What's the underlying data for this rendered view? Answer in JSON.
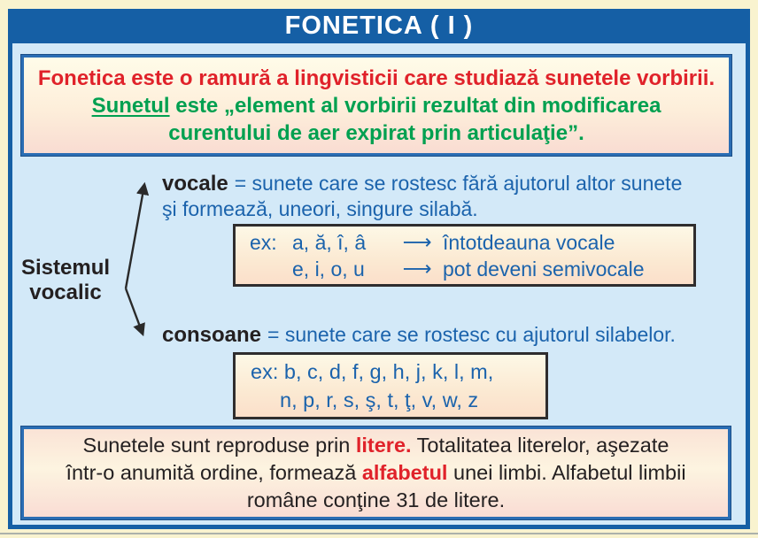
{
  "title": "FONETICA ( I )",
  "definition_box": {
    "sentence_red": "Fonetica este o ramură a lingvisticii care studiază sunetele vorbirii.",
    "sunetul_term": "Sunetul",
    "green_line1_rest": " este „element al vorbirii rezultat din modificarea",
    "green_line2": "curentului de aer expirat prin articulaţie”."
  },
  "diagram": {
    "label_line1": "Sistemul",
    "label_line2": "vocalic",
    "vocale_term": "vocale",
    "vocale_def_line1": "= sunete care se rostesc fără ajutorul altor sunete",
    "vocale_def_line2": "şi formează, uneori, singure silabă.",
    "consoane_term": "consoane",
    "consoane_def": "= sunete care se rostesc cu ajutorul silabelor.",
    "arrow_glyph": "⟶",
    "vowel_examples": {
      "ex_label": "ex:",
      "row1_letters": "a, ă, î, â",
      "row1_note": "întotdeauna vocale",
      "row2_letters": "e, i, o, u",
      "row2_note": "pot deveni semivocale"
    },
    "consonant_examples": {
      "line1": "ex: b, c, d, f, g, h, j, k, l, m,",
      "line2": "n, p, r, s, ş, t, ţ, v, w, z"
    }
  },
  "bottom_box": {
    "l1a": "Sunetele sunt reproduse prin ",
    "l1red": "litere.",
    "l1b": " Totalitatea literelor, aşezate",
    "l2a": "într-o anumită ordine, formează ",
    "l2red": "alfabetul",
    "l2b": " unei limbi. Alfabetul limbii",
    "l3": "române conţine 31 de litere."
  },
  "colors": {
    "panel_blue": "#155fa5",
    "light_blue": "#d3e9f8",
    "outer_cream": "#f9f3cf",
    "text_red": "#e0222a",
    "text_green": "#00a050",
    "text_blue": "#1b63ac",
    "text_black": "#242021"
  }
}
